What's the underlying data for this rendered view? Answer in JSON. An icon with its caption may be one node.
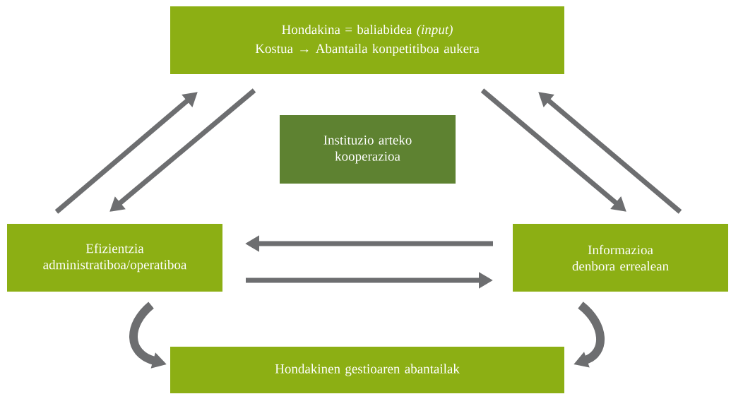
{
  "diagram": {
    "nodes": [
      {
        "text": [
          "Hondakina = baliabidea *(input)*",
          "Kostua → Abantaila konpetitiboa aukera"
        ]
      },
      {
        "text": [
          "Instituzio arteko kooperazioa"
        ]
      },
      {
        "text": [
          "Efizientzia administratiboa/operatiboa"
        ]
      },
      {
        "text": [
          "Informazioa denbora errealean"
        ]
      },
      {
        "text": [
          "Hondakinen gestioaren abantailak"
        ]
      }
    ],
    "edges": [
      {
        "from": 2,
        "to": 0,
        "arrow": "to"
      },
      {
        "from": 0,
        "to": 2,
        "arrow": "to"
      },
      {
        "from": 0,
        "to": 3,
        "arrow": "to"
      },
      {
        "from": 3,
        "to": 0,
        "arrow": "to"
      },
      {
        "from": 3,
        "to": 2,
        "arrow": "to"
      },
      {
        "from": 2,
        "to": 3,
        "arrow": "to"
      },
      {
        "from": 2,
        "to": 4,
        "arrow": "to"
      },
      {
        "from": 3,
        "to": 4,
        "arrow": "to"
      }
    ]
  }
}
